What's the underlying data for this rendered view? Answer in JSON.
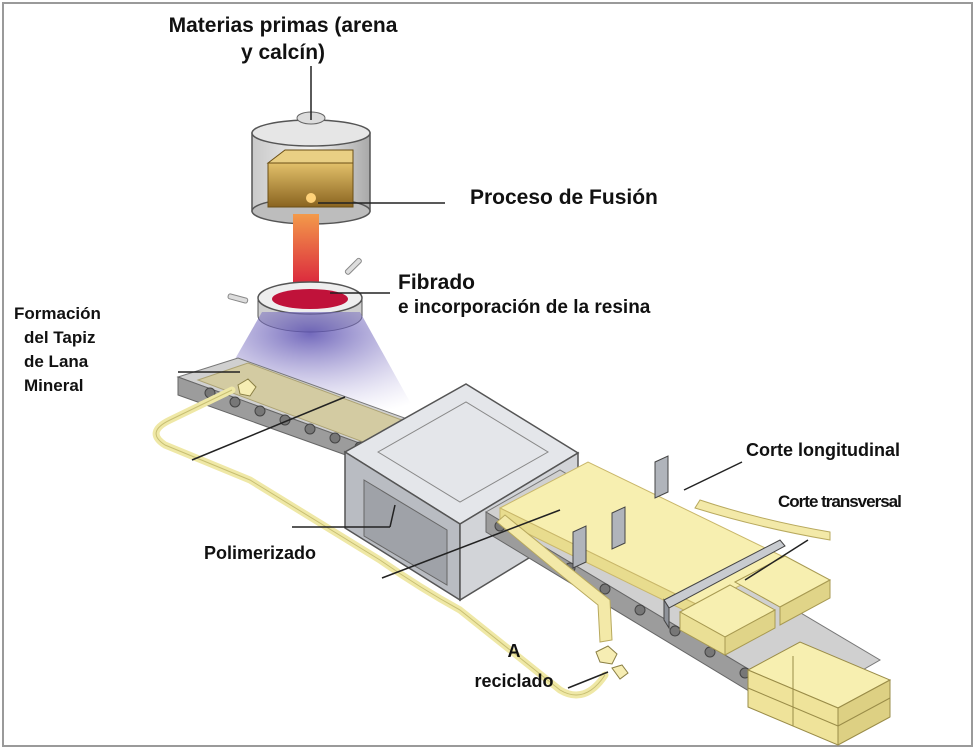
{
  "labels": {
    "raw_materials_line1": "Materias primas (arena",
    "raw_materials_line2": "y calcín)",
    "melting": "Proceso de Fusión",
    "fiberizing_line1": "Fibrado",
    "fiberizing_line2": "e incorporación de la resina",
    "mat_forming_line1": "Formación",
    "mat_forming_line2": "del Tapiz",
    "mat_forming_line3": "de Lana",
    "mat_forming_line4": "Mineral",
    "polymerizing": "Polimerizado",
    "longitudinal_cut": "Corte longitudinal",
    "transverse_cut": "Corte transversal",
    "recycling_line1": "A",
    "recycling_line2": "reciclado"
  },
  "colors": {
    "frame": "#9a9a9a",
    "wool": "#f7efb0",
    "wool_edge": "#c9b76a",
    "conveyor": "#9c9c9c",
    "molten": "#e8503a",
    "furnace_gold": "#c9a042",
    "mist": "#8c84c4",
    "oven": "#b9bcc2"
  }
}
